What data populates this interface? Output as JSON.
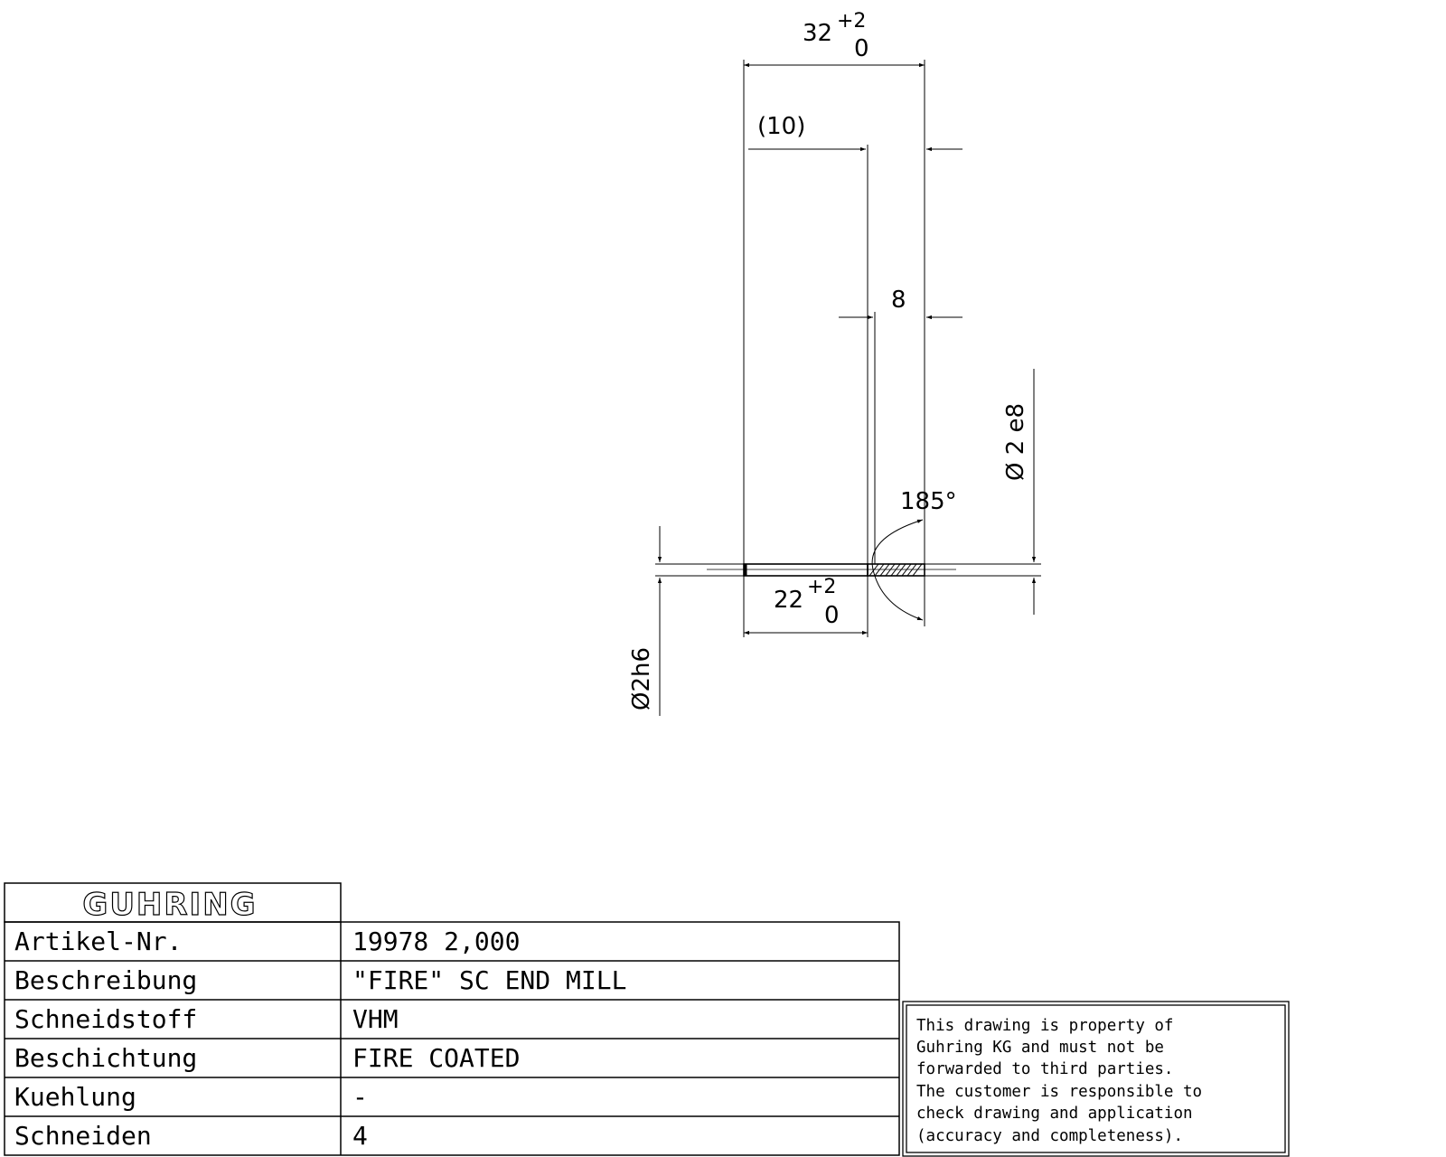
{
  "brand": "GUHRING",
  "dimensions": {
    "overall_length": "32",
    "overall_length_tol_upper": "+2",
    "overall_length_tol_lower": "0",
    "reference_length": "(10)",
    "cutting_length": "8",
    "cutting_diameter": "Ø 2 e8",
    "point_angle": "185°",
    "shank_length": "22",
    "shank_length_tol_upper": "+2",
    "shank_length_tol_lower": "0",
    "shank_diameter": "Ø2h6"
  },
  "title_block": {
    "rows": [
      {
        "label": "Artikel-Nr.",
        "value": "19978 2,000"
      },
      {
        "label": "Beschreibung",
        "value": "\"FIRE\" SC END MILL"
      },
      {
        "label": "Schneidstoff",
        "value": "VHM"
      },
      {
        "label": "Beschichtung",
        "value": "FIRE COATED"
      },
      {
        "label": "Kuehlung",
        "value": "-"
      },
      {
        "label": "Schneiden",
        "value": "4"
      }
    ]
  },
  "notice": {
    "lines": [
      "This drawing is property of",
      "Guhring KG and must not be",
      "forwarded to third parties.",
      "The customer is responsible to",
      "check drawing and application",
      "(accuracy and completeness)."
    ]
  }
}
